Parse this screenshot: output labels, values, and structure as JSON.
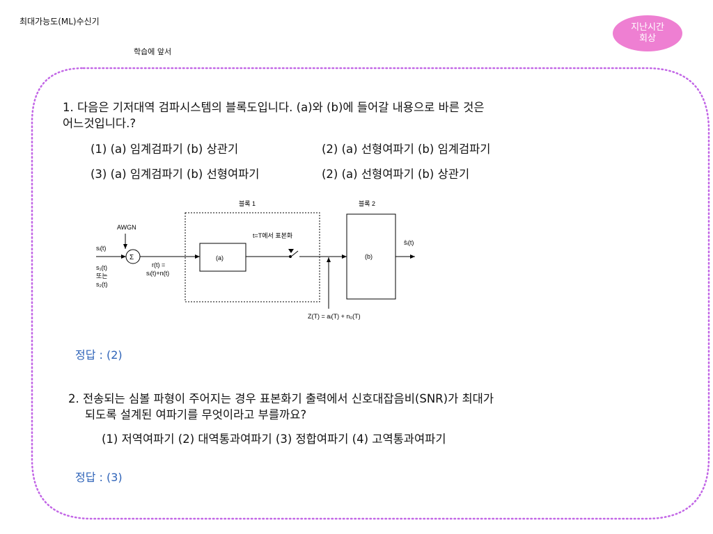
{
  "header": {
    "title": "최대가능도(ML)수신기",
    "section": "학습에 앞서",
    "review_line1": "지난시간",
    "review_line2": "회상"
  },
  "q1": {
    "line1": "1. 다음은 기저대역 검파시스템의 블록도입니다. (a)와 (b)에 들어갈 내용으로 바른 것은",
    "line2": "어느것입니다.?",
    "opt1": "(1) (a) 임계검파기  (b) 상관기",
    "opt2": "(2)  (a) 선형여파기 (b) 임계검파기",
    "opt3": "(3) (a) 임계검파기  (b) 선형여파기",
    "opt4": "(2)  (a) 선형여파기 (b) 상관기",
    "answer": "정답 : (2)"
  },
  "diagram": {
    "block1_label": "블록 1",
    "block2_label": "블록 2",
    "awgn": "AWGN",
    "sigma": "Σ",
    "input": "sᵢ(t)",
    "s1": "s₁(t)",
    "or": "또는",
    "s2": "s₂(t)",
    "rt_line1": "r(t) =",
    "rt_line2": "sᵢ(t)+n(t)",
    "box_a": "(a)",
    "box_b": "(b)",
    "sample": "t=T에서 표본화",
    "output": "ŝᵢ(t)",
    "zt": "Z(T) = aᵢ(T) + n₀(T)"
  },
  "q2": {
    "line1": "2. 전송되는 심볼 파형이 주어지는 경우 표본화기 출력에서 신호대잡음비(SNR)가 최대가",
    "line2": "되도록 설계된 여파기를 무엇이라고 부를까요?",
    "options": "(1) 저역여파기 (2) 대역통과여파기 (3) 정합여파기 (4) 고역통과여파기",
    "answer": "정답 : (3)"
  },
  "colors": {
    "border": "#c266e6",
    "badge": "#ee7fd2",
    "answer": "#2e63b8"
  }
}
